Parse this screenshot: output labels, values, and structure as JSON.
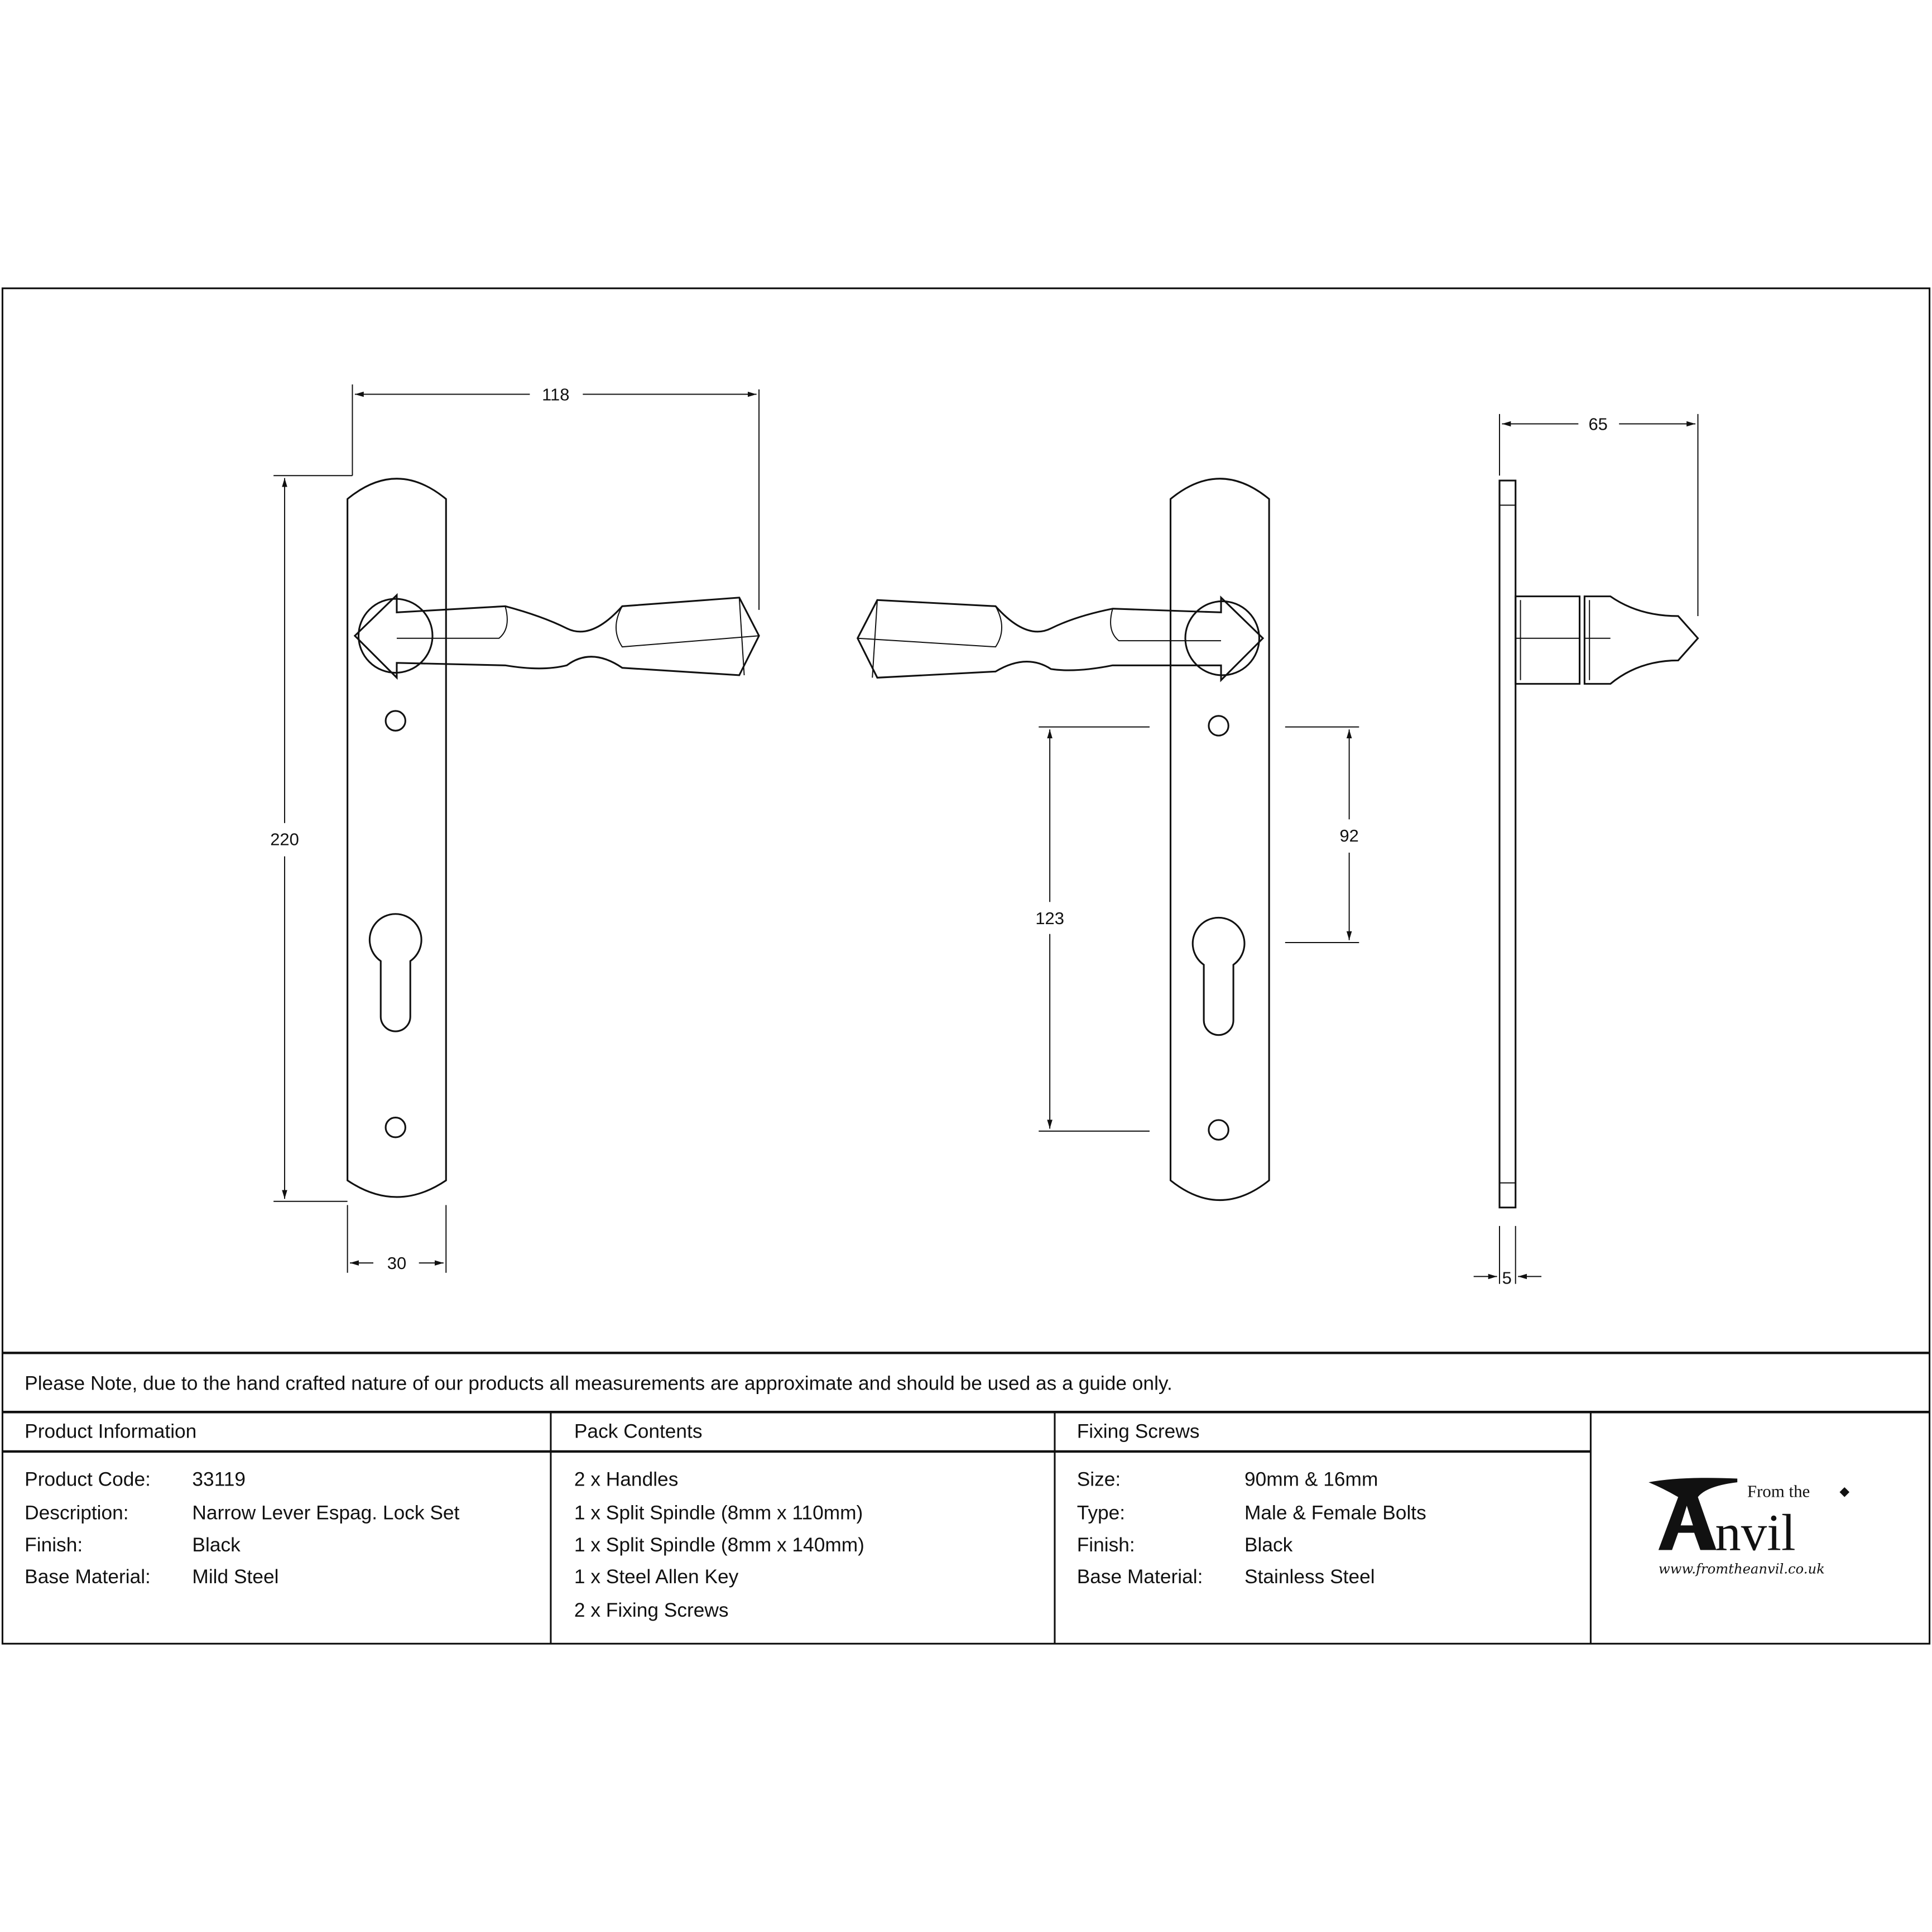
{
  "dimensions": {
    "width_overall": "118",
    "height_plate": "220",
    "width_plate": "30",
    "centre_123": "123",
    "centre_92": "92",
    "projection": "65",
    "plate_thickness": "5"
  },
  "note": "Please Note, due to the hand crafted nature of our products all measurements are approximate and should be used as a guide only.",
  "product_information": {
    "header": "Product Information",
    "rows": [
      {
        "label": "Product Code:",
        "value": "33119"
      },
      {
        "label": "Description:",
        "value": "Narrow Lever Espag. Lock Set"
      },
      {
        "label": "Finish:",
        "value": "Black"
      },
      {
        "label": "Base Material:",
        "value": "Mild Steel"
      }
    ]
  },
  "pack_contents": {
    "header": "Pack Contents",
    "items": [
      "2 x Handles",
      "1 x Split Spindle (8mm x 110mm)",
      "1 x Split Spindle (8mm x 140mm)",
      "1 x Steel Allen Key",
      "2 x Fixing Screws"
    ]
  },
  "fixing_screws": {
    "header": "Fixing Screws",
    "rows": [
      {
        "label": "Size:",
        "value": "90mm & 16mm"
      },
      {
        "label": "Type:",
        "value": "Male & Female Bolts"
      },
      {
        "label": "Finish:",
        "value": "Black"
      },
      {
        "label": "Base Material:",
        "value": "Stainless Steel"
      }
    ]
  },
  "logo": {
    "top": "From the",
    "main": "Anvil",
    "url": "www.fromtheanvil.co.uk"
  }
}
